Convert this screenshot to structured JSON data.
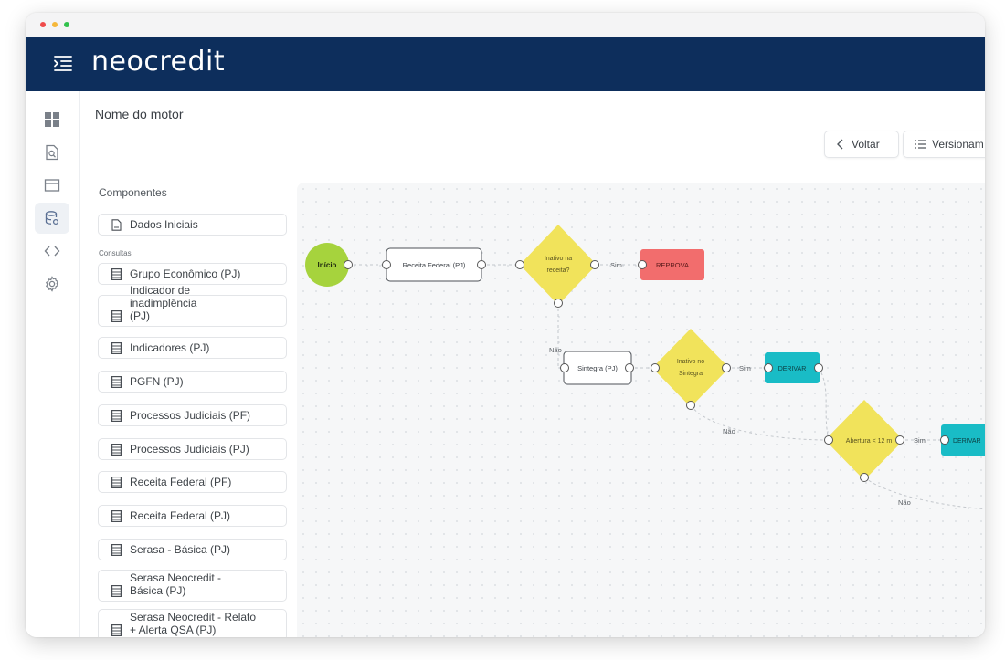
{
  "window": {
    "dots": [
      "#ef4b4b",
      "#f5b83b",
      "#32c24d"
    ]
  },
  "header": {
    "brand": "neocredit"
  },
  "page": {
    "title": "Nome do motor"
  },
  "actions": {
    "back_label": "Voltar",
    "versions_label": "Versionam"
  },
  "components": {
    "title": "Componentes",
    "initial": "Dados Iniciais",
    "section_label": "Consultas",
    "items": [
      "Grupo Econômico (PJ)",
      "Indicador de inadimplência (PJ)",
      "Indicadores (PJ)",
      "PGFN (PJ)",
      "Processos Judiciais (PF)",
      "Processos Judiciais (PJ)",
      "Receita Federal (PF)",
      "Receita Federal (PJ)",
      "Serasa - Básica (PJ)",
      "Serasa Neocredit - Básica (PJ)",
      "Serasa Neocredit - Relato + Alerta QSA (PJ)"
    ]
  },
  "flow": {
    "start": "Início",
    "receita": "Receita Federal (PJ)",
    "decision1": "Inativo na receita?",
    "reprova": "REPROVA",
    "sintegra": "Sintegra (PJ)",
    "decision2": "Inativo no Sintegra",
    "deriva1": "DERIVAR",
    "decision3": "Abertura < 12 m",
    "deriva2": "DERIVAR",
    "yes": "Sim",
    "no": "Não"
  },
  "colors": {
    "navy": "#0d2e5c",
    "start": "#a6d33d",
    "decision": "#f1e35b",
    "reprova": "#f26d6d",
    "deriva": "#19bcc6"
  }
}
